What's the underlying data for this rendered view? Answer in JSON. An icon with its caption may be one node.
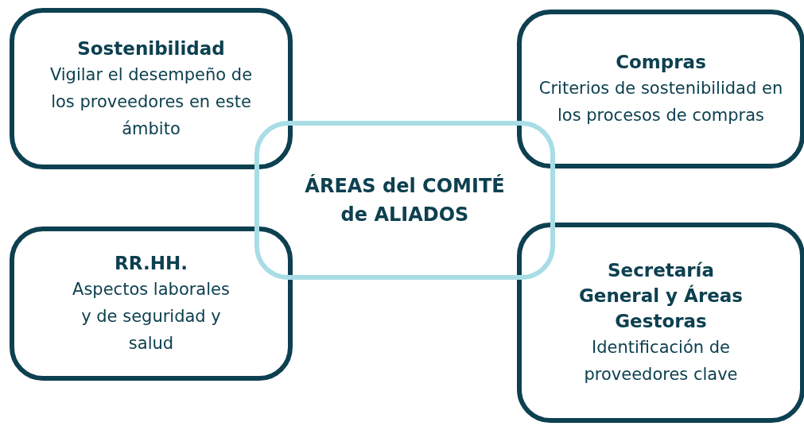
{
  "diagram": {
    "nodes": [
      {
        "text": [
          "Sostenibilidad",
          "Vigilar el desempeño de los proveedores en este ámbito"
        ]
      },
      {
        "text": [
          "Compras",
          "Criterios de sostenibilidad en los procesos de compras"
        ]
      },
      {
        "text": [
          "ÁREAS del COMITÉ de ALIADOS"
        ]
      },
      {
        "text": [
          "RR.HH.",
          "Aspectos laborales y de seguridad y salud"
        ]
      },
      {
        "text": [
          "Secretaría General y Áreas Gestoras",
          "Identificación de proveedores clave"
        ]
      }
    ]
  }
}
